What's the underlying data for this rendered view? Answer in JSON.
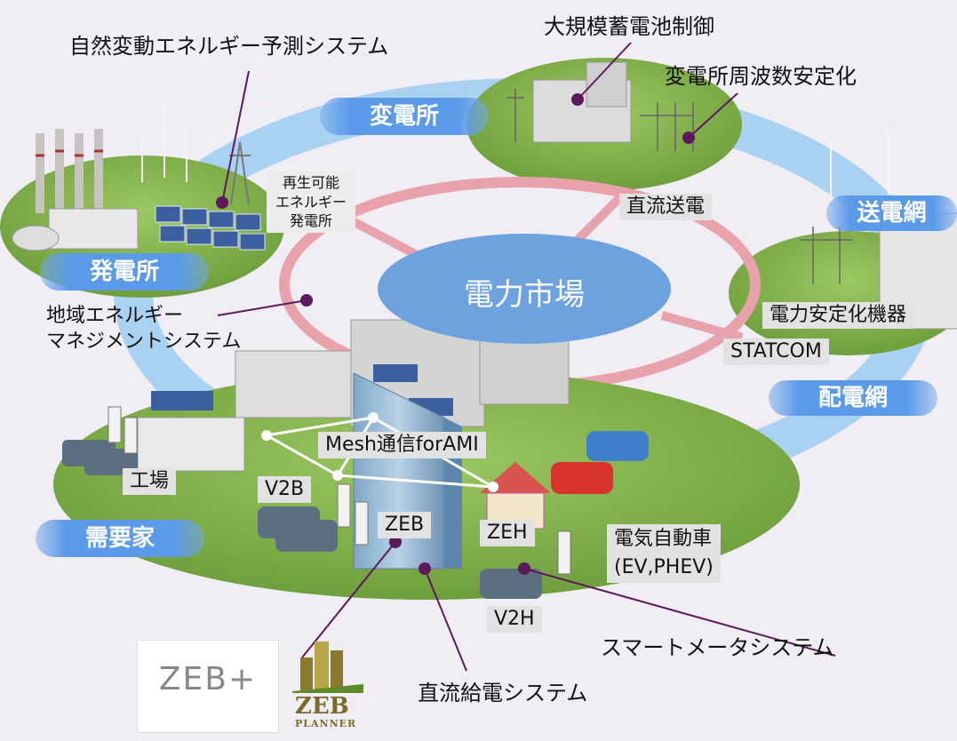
{
  "center": {
    "market": "電力市場"
  },
  "areas": {
    "power_plant": "発電所",
    "substation": "変電所",
    "transmission": "送電網",
    "distribution": "配電網",
    "consumers": "需要家"
  },
  "callouts": {
    "renewable_forecast": "自然変動エネルギー予測システム",
    "battery_control": "大規模蓄電池制御",
    "frequency_stabilization": "変電所周波数安定化",
    "regional_ems_line1": "地域エネルギー",
    "regional_ems_line2": "マネジメントシステム",
    "smart_meter": "スマートメータシステム",
    "dc_supply": "直流給電システム"
  },
  "boxes": {
    "renewable_line1": "再生可能",
    "renewable_line2": "エネルギー",
    "renewable_line3": "発電所",
    "dc_transmission": "直流送電",
    "stabilizer": "電力安定化機器",
    "statcom": "STATCOM",
    "mesh": "Mesh通信forAMI",
    "factory": "工場",
    "v2b": "V2B",
    "zeb": "ZEB",
    "zeh": "ZEH",
    "ev_line1": "電気自動車",
    "ev_line2": "(EV,PHEV)",
    "v2h": "V2H"
  },
  "logos": {
    "zeb_plus": "ZEB+",
    "zeb_planner_line1": "ZEB",
    "zeb_planner_line2": "PLANNER"
  },
  "colors": {
    "ground": "#86b54e",
    "ring_blue": "#a8d0f0",
    "ring_red": "#e8a0aa",
    "market": "#6fa3e0",
    "leader": "#5c1a5c",
    "pill": "#5b9ae8"
  }
}
